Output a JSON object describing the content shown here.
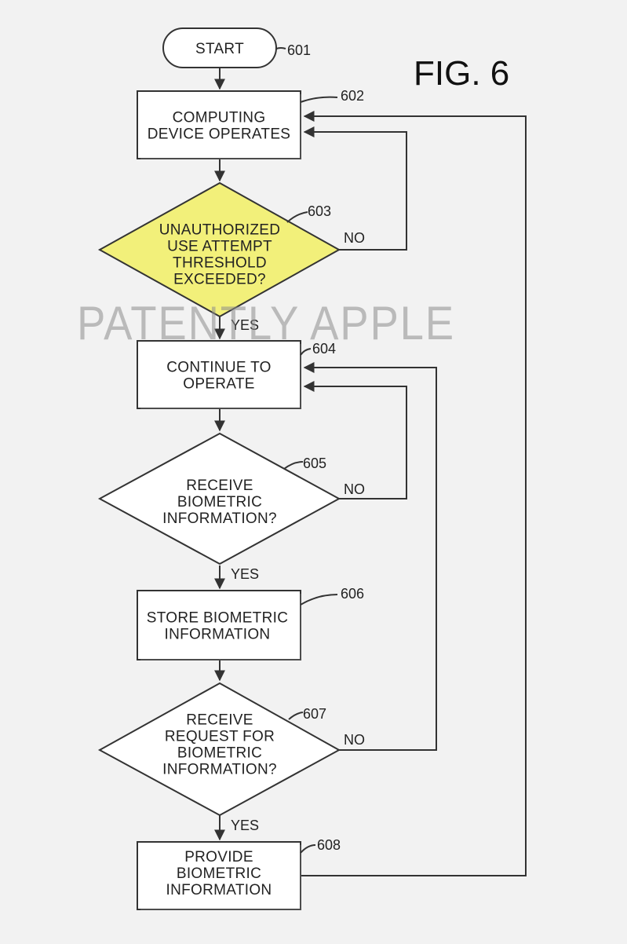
{
  "figure_title": "FIG. 6",
  "watermark": "PATENTLY APPLE",
  "colors": {
    "highlight_fill": "#f2f07a",
    "line": "#333333",
    "background": "#f2f2f2"
  },
  "nodes": {
    "n601": {
      "ref": "601",
      "lines": [
        "START"
      ]
    },
    "n602": {
      "ref": "602",
      "lines": [
        "COMPUTING",
        "DEVICE OPERATES"
      ]
    },
    "n603": {
      "ref": "603",
      "lines": [
        "UNAUTHORIZED",
        "USE ATTEMPT",
        "THRESHOLD",
        "EXCEEDED?"
      ],
      "no": "NO",
      "yes": "YES"
    },
    "n604": {
      "ref": "604",
      "lines": [
        "CONTINUE TO",
        "OPERATE"
      ]
    },
    "n605": {
      "ref": "605",
      "lines": [
        "RECEIVE",
        "BIOMETRIC",
        "INFORMATION?"
      ],
      "no": "NO",
      "yes": "YES"
    },
    "n606": {
      "ref": "606",
      "lines": [
        "STORE BIOMETRIC",
        "INFORMATION"
      ]
    },
    "n607": {
      "ref": "607",
      "lines": [
        "RECEIVE",
        "REQUEST FOR",
        "BIOMETRIC",
        "INFORMATION?"
      ],
      "no": "NO",
      "yes": "YES"
    },
    "n608": {
      "ref": "608",
      "lines": [
        "PROVIDE",
        "BIOMETRIC",
        "INFORMATION"
      ]
    }
  }
}
